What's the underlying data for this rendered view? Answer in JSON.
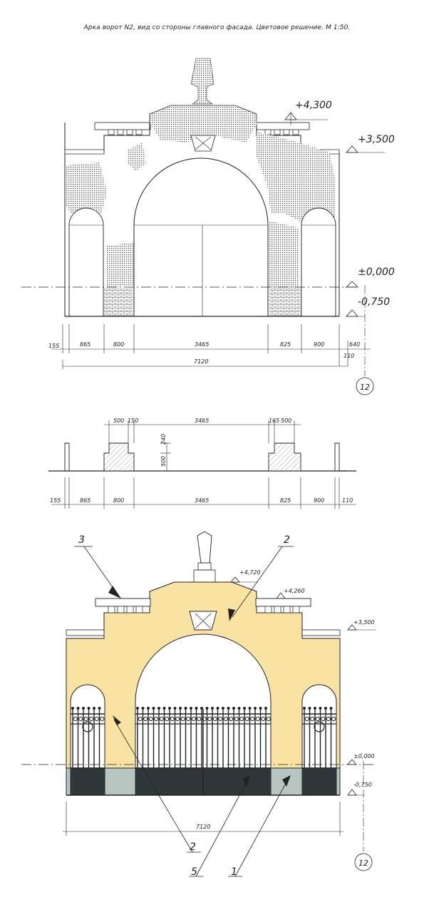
{
  "title": "Арка ворот N2, вид со стороны главного фасада. Цветовое решение. М 1:50.",
  "elevation1": {
    "levels": [
      "+4,300",
      "+3,500",
      "±0,000",
      "-0,750"
    ],
    "dims": [
      "155",
      "865",
      "800",
      "3465",
      "825",
      "900",
      "640"
    ],
    "extra_dim": "110",
    "total": "7120",
    "axis": "12"
  },
  "plan": {
    "top_dims": [
      "500",
      "150",
      "3465",
      "165",
      "500"
    ],
    "side_dims": [
      "240",
      "500"
    ],
    "bottom_dims": [
      "155",
      "865",
      "800",
      "3465",
      "825",
      "900",
      "110"
    ]
  },
  "elevation2": {
    "levels": [
      "+4,720",
      "+4,260",
      "+3,500",
      "±0,000",
      "-0,750"
    ],
    "total": "7120",
    "axis": "12",
    "callouts": [
      "3",
      "2",
      "2",
      "5",
      "1"
    ]
  },
  "colors": {
    "facade": "#f9e3a3",
    "plinth": "#b7c5c1",
    "gate": "#30373a",
    "line": "#1a1a1a",
    "hatch": "#6a6a6a"
  }
}
